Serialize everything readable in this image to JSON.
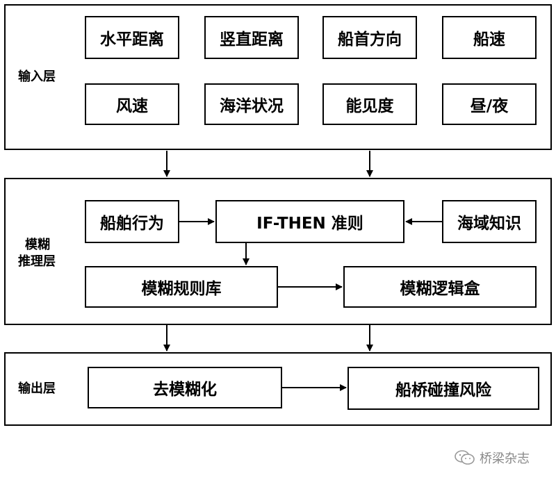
{
  "input_layer": {
    "label": "输入层",
    "boxes": [
      "水平距离",
      "竖直距离",
      "船首方向",
      "船速",
      "风速",
      "海洋状况",
      "能见度",
      "昼/夜"
    ]
  },
  "fuzzy_layer": {
    "label_line1": "模糊",
    "label_line2": "推理层",
    "ship_behavior": "船舶行为",
    "if_then": "IF-THEN 准则",
    "sea_knowledge": "海域知识",
    "rule_base": "模糊规则库",
    "logic_box": "模糊逻辑盒"
  },
  "output_layer": {
    "label": "输出层",
    "defuzz": "去模糊化",
    "risk": "船桥碰撞风险"
  },
  "watermark": {
    "icon": "wechat-icon",
    "text": "桥梁杂志"
  }
}
